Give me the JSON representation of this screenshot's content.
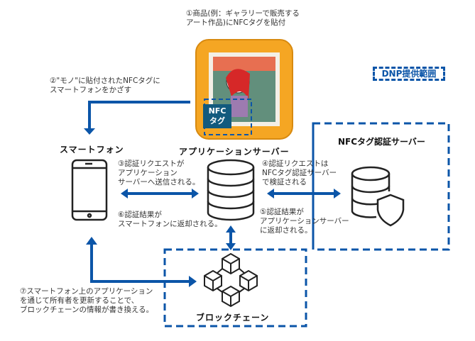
{
  "steps": {
    "step1": "①商品(例：ギャラリーで販売する\nアート作品)にNFCタグを貼付",
    "step2": "②\"モノ\"に貼付されたNFCタグに\nスマートフォンをかざす",
    "step3": "③認証リクエストが\nアプリケーション\nサーバーへ送信される。",
    "step4": "④認証リクエストは\nNFCタグ認証サーバー\nで検証される",
    "step5": "⑤認証結果が\nアプリケーションサーバー\nに返却される。",
    "step6": "⑥認証結果が\nスマートフォンに返却される。",
    "step7": "⑦スマートフォン上のアプリケーション\nを通じて所有者を更新することで、\nブロックチェーンの情報が書き換える。"
  },
  "nodes": {
    "smartphone": "スマートフォン",
    "app_server": "アプリケーションサーバー",
    "nfc_server": "NFCタグ認証サーバー",
    "blockchain": "ブロックチェーン"
  },
  "artwork": {
    "nfc_tag_label": "NFC\nタグ"
  },
  "legend": {
    "dnp_scope": "DNP提供範囲"
  },
  "colors": {
    "accent": "#0b55a8",
    "tag": "#125a7e",
    "frame": "#f5a623"
  }
}
